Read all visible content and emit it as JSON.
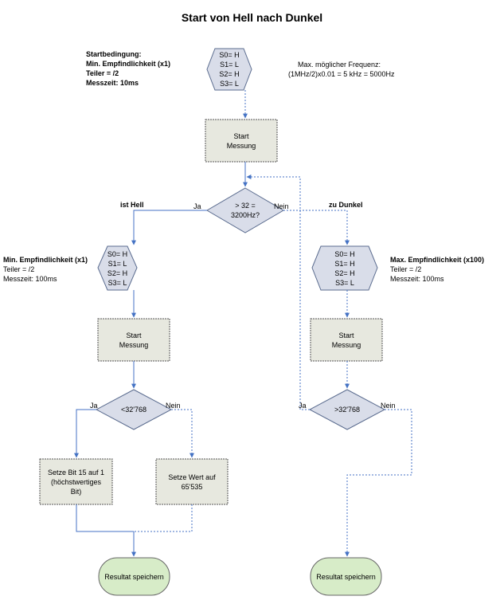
{
  "title": "Start von Hell nach Dunkel",
  "start_condition": {
    "heading": "Startbedingung:",
    "line1": "Min. Empfindlichkeit (x1)",
    "line2": "Teiler = /2",
    "line3": "Messzeit: 10ms"
  },
  "max_freq": {
    "line1": "Max. möglicher Frequenz:",
    "line2": "(1MHz/2)x0.01 = 5 kHz = 5000Hz"
  },
  "top_hex": [
    "S0= H",
    "S1= L",
    "S2= H",
    "S3= L"
  ],
  "left_hex": [
    "S0= H",
    "S1= L",
    "S2= H",
    "S3= L"
  ],
  "right_hex": [
    "S0= H",
    "S1= H",
    "S2= H",
    "S3= L"
  ],
  "start_measure": [
    "Start",
    "Messung"
  ],
  "decision_main": [
    "> 32 =",
    "3200Hz?"
  ],
  "decision_left": "<32'768",
  "decision_right": ">32'768",
  "labels": {
    "ja": "Ja",
    "nein": "Nein",
    "ist_hell": "ist Hell",
    "zu_dunkel": "zu Dunkel"
  },
  "left_sens": {
    "line1": "Min. Empfindlichkeit (x1)",
    "line2": "Teiler = /2",
    "line3": "Messzeit: 100ms"
  },
  "right_sens": {
    "line1": "Max. Empfindlichkeit (x100)",
    "line2": "Teiler = /2",
    "line3": "Messzeit: 100ms"
  },
  "set_bit": [
    "Setze Bit 15 auf 1",
    "(höchstwertiges",
    "Bit)"
  ],
  "set_value": [
    "Setze Wert auf",
    "65'535"
  ],
  "result": "Resultat speichern",
  "colors": {
    "line": "#4472c4",
    "hex_fill": "#d9dde9",
    "box_fill": "#e7e8df",
    "pill_fill": "#d7ecc8"
  }
}
